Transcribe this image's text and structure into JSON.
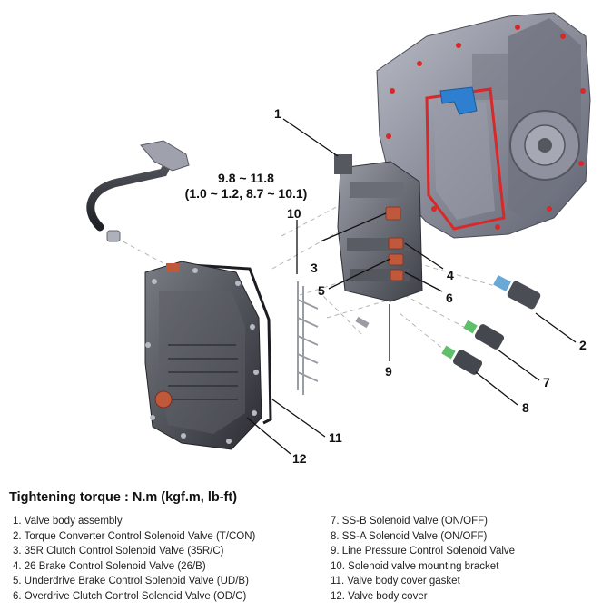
{
  "torque_spec": {
    "line1": "9.8 ~ 11.8",
    "line2": "(1.0 ~ 1.2, 8.7 ~ 10.1)"
  },
  "callouts": [
    "1",
    "2",
    "3",
    "4",
    "5",
    "6",
    "7",
    "8",
    "9",
    "10",
    "11",
    "12"
  ],
  "legend": {
    "title": "Tightening torque : N.m (kgf.m, lb-ft)",
    "left": [
      "1. Valve body assembly",
      "2. Torque Converter Control Solenoid Valve (T/CON)",
      "3. 35R Clutch Control Solenoid Valve (35R/C)",
      "4. 26 Brake Control Solenoid Valve (26/B)",
      "5. Underdrive Brake Control Solenoid Valve (UD/B)",
      "6. Overdrive Clutch Control Solenoid Valve (OD/C)"
    ],
    "right": [
      "7. SS-B Solenoid Valve (ON/OFF)",
      "8. SS-A Solenoid Valve (ON/OFF)",
      "9. Line Pressure Control Solenoid Valve",
      "10. Solenoid valve mounting bracket",
      "11. Valve body cover gasket",
      "12. Valve body cover"
    ]
  },
  "colors": {
    "housing": "#8a8d99",
    "gasket_red": "#d8282a",
    "solenoid_copper": "#c0583c",
    "solenoid_green": "#5fbf6a",
    "solenoid_blue": "#6aa8d8",
    "accent_blue": "#2f7fd0"
  }
}
